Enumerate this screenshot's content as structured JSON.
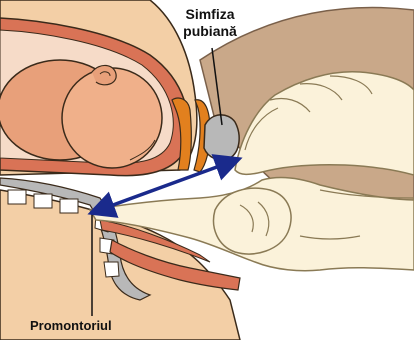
{
  "labels": {
    "symphysis_line1": "Simfiza",
    "symphysis_line2": "pubiană",
    "promontory": "Promontoriul"
  },
  "colors": {
    "skin": "#f3cfa6",
    "skin_shadow": "#e0b58a",
    "glove": "#fbf2da",
    "glove_outline": "#8a7a55",
    "fetus": "#e8a07a",
    "uterus_wall": "#d97356",
    "uterus_inner": "#f6dbc8",
    "bone": "#b8b8b8",
    "bone_dark": "#8c8c8c",
    "bladder": "#e2801e",
    "outline": "#3a2a1a",
    "arrow": "#1a2a8c",
    "thigh": "#c9a889"
  }
}
